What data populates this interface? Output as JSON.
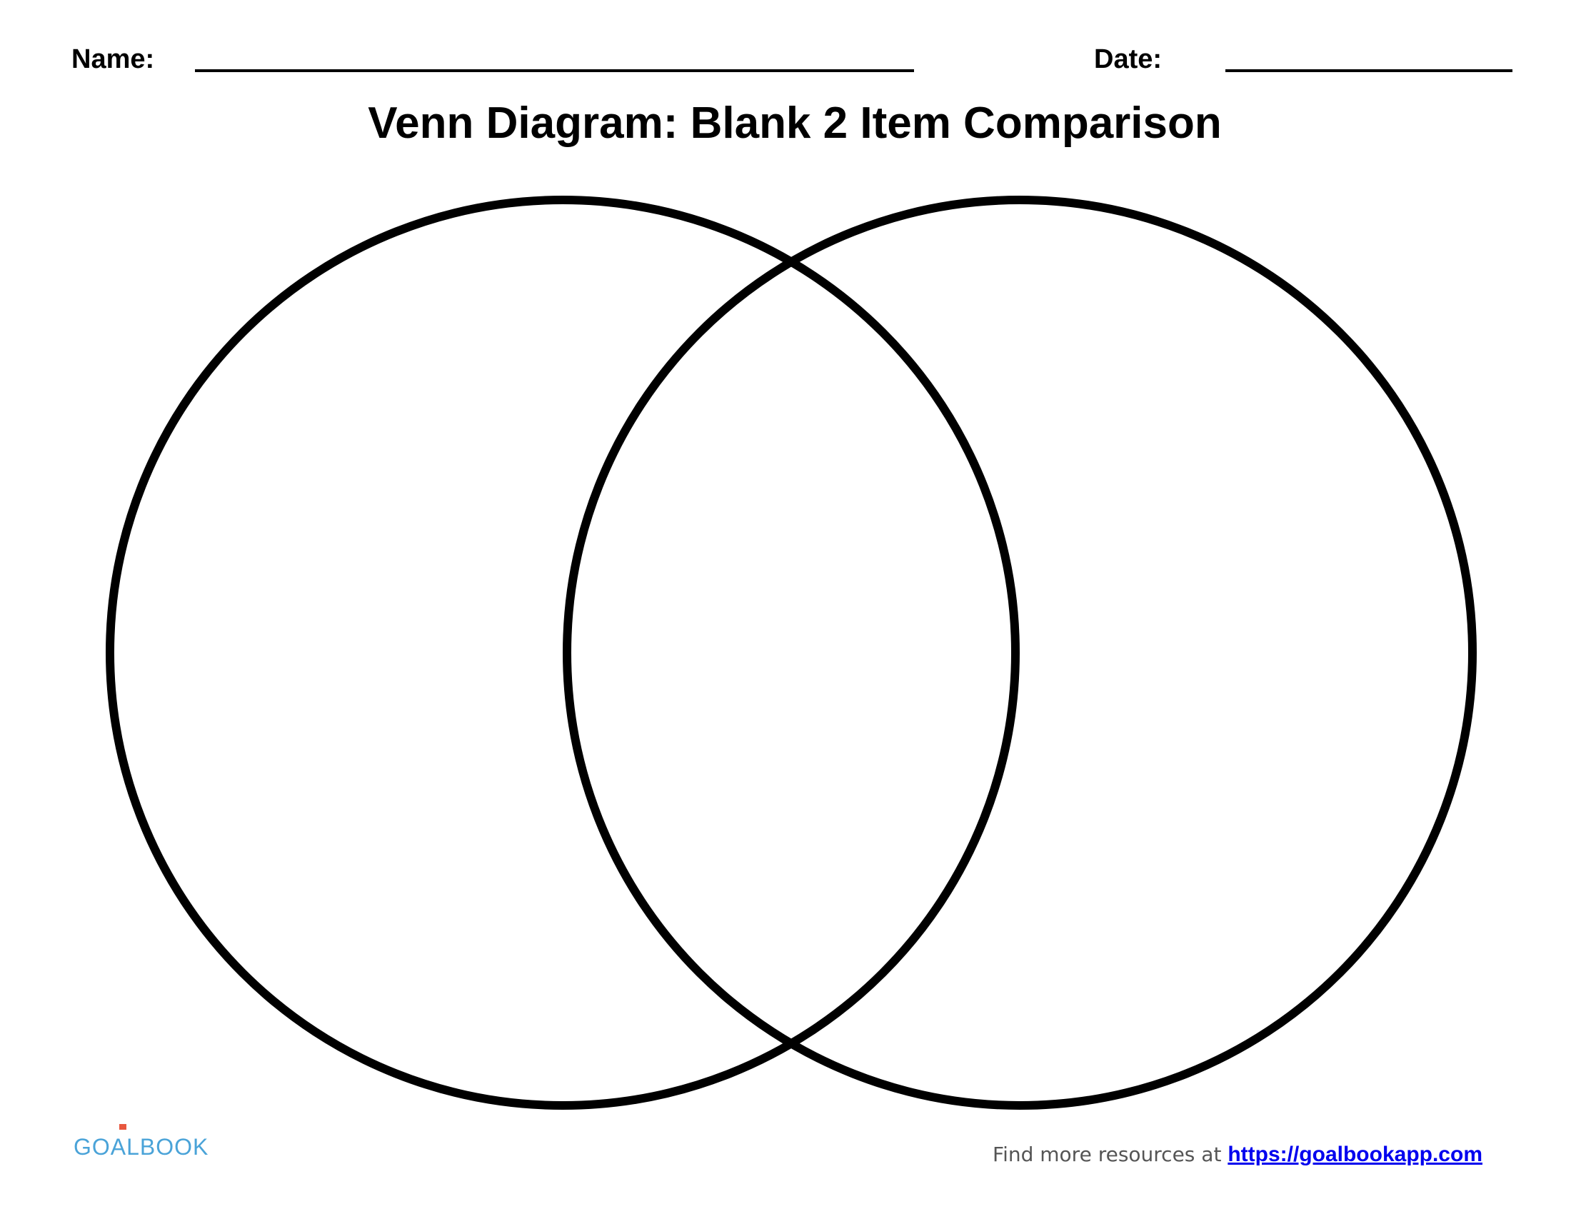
{
  "header": {
    "name_label": "Name:",
    "date_label": "Date:"
  },
  "title": "Venn Diagram: Blank 2 Item Comparison",
  "diagram": {
    "type": "venn",
    "sets": 2,
    "stroke_color": "#000000"
  },
  "logo": {
    "text": "GOALBOOK",
    "text_color": "#4aa3d8",
    "accent_color": "#e8573f"
  },
  "footer": {
    "prefix": "Find more resources at ",
    "link_text": "https://goalbookapp.com"
  }
}
